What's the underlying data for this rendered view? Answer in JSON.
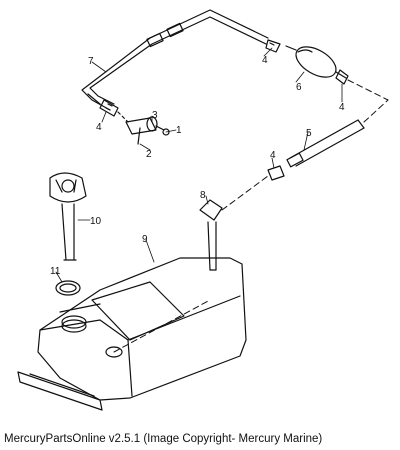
{
  "callouts": {
    "c1": "1",
    "c2": "2",
    "c3": "3",
    "c4a": "4",
    "c4b": "4",
    "c4c": "4",
    "c4d": "4",
    "c5": "5",
    "c6": "6",
    "c7": "7",
    "c8": "8",
    "c9": "9",
    "c10": "10",
    "c11": "11"
  },
  "caption": "MercuryPartsOnline v2.5.1 (Image Copyright- Mercury Marine)"
}
